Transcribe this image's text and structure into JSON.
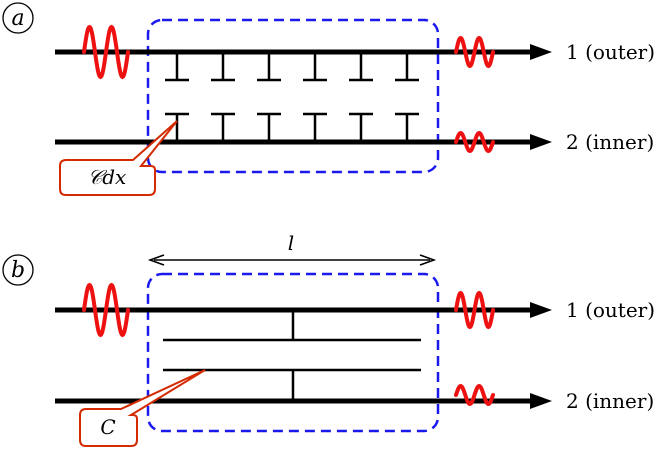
{
  "panel_a": {
    "letter": "a",
    "line1_label": "1 (outer)",
    "line2_label": "2 (inner)",
    "callout_label": "𝒞dx"
  },
  "panel_b": {
    "letter": "b",
    "length_label": "l",
    "line1_label": "1 (outer)",
    "line2_label": "2 (inner)",
    "callout_label": "C"
  },
  "colors": {
    "line": "#000000",
    "wave": "#ee1111",
    "box": "#1a1aee",
    "callout": "#d42a00"
  }
}
